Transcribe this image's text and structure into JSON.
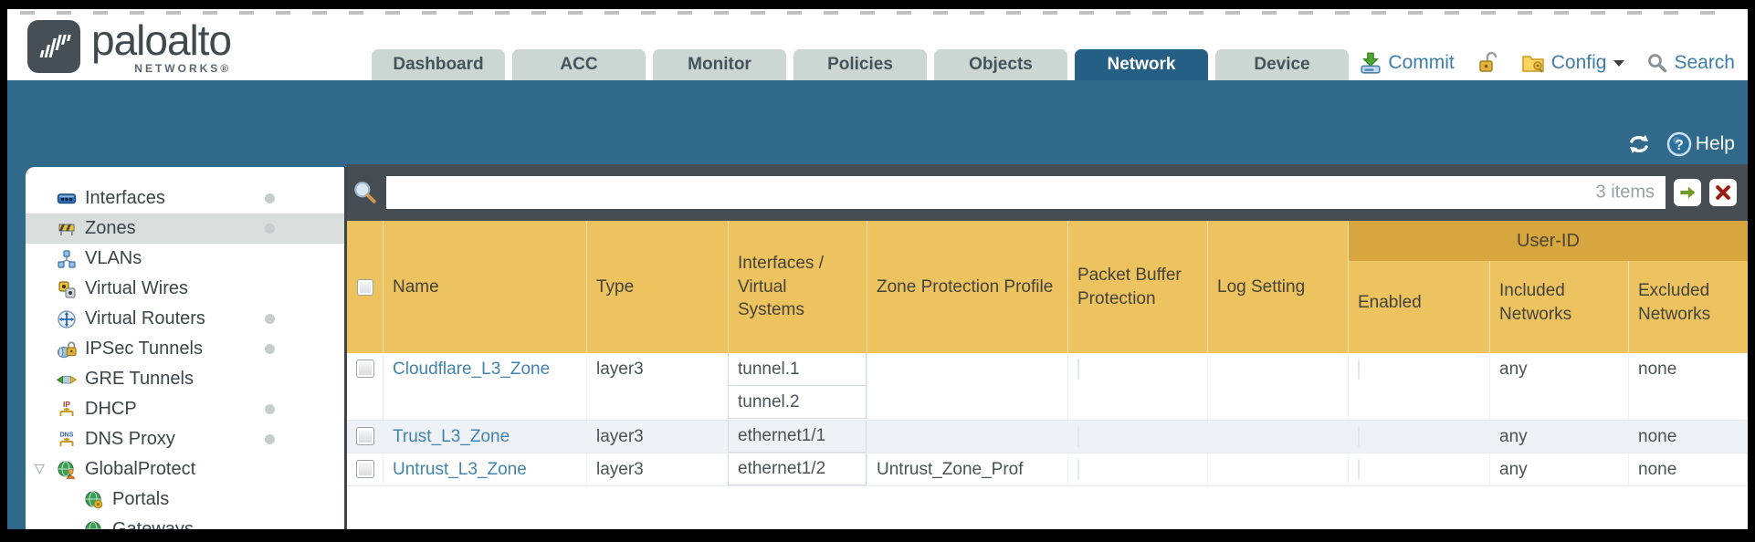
{
  "header": {
    "brand": {
      "name": "paloalto",
      "subtitle": "NETWORKS®"
    },
    "tabs": [
      {
        "label": "Dashboard"
      },
      {
        "label": "ACC"
      },
      {
        "label": "Monitor"
      },
      {
        "label": "Policies"
      },
      {
        "label": "Objects"
      },
      {
        "label": "Network",
        "active": true
      },
      {
        "label": "Device"
      }
    ],
    "utilities": {
      "commit_label": "Commit",
      "config_label": "Config",
      "search_label": "Search"
    }
  },
  "subheader": {
    "help_label": "Help"
  },
  "sidebar": {
    "items": [
      {
        "label": "Interfaces",
        "icon": "interfaces-icon",
        "dot": true
      },
      {
        "label": "Zones",
        "icon": "zones-icon",
        "dot": true,
        "selected": true
      },
      {
        "label": "VLANs",
        "icon": "vlans-icon"
      },
      {
        "label": "Virtual Wires",
        "icon": "virtual-wires-icon"
      },
      {
        "label": "Virtual Routers",
        "icon": "virtual-routers-icon",
        "dot": true
      },
      {
        "label": "IPSec Tunnels",
        "icon": "ipsec-tunnels-icon",
        "dot": true
      },
      {
        "label": "GRE Tunnels",
        "icon": "gre-tunnels-icon"
      },
      {
        "label": "DHCP",
        "icon": "dhcp-icon",
        "dot": true
      },
      {
        "label": "DNS Proxy",
        "icon": "dns-proxy-icon",
        "dot": true
      },
      {
        "label": "GlobalProtect",
        "icon": "globalprotect-icon",
        "expanded": true
      },
      {
        "label": "Portals",
        "icon": "portals-icon",
        "indent": true
      },
      {
        "label": "Gateways",
        "icon": "gateways-icon",
        "indent": true
      }
    ]
  },
  "toolbar": {
    "filter_value": "",
    "items_count": "3 items"
  },
  "table": {
    "group_header": "User-ID",
    "columns": [
      "Name",
      "Type",
      "Interfaces / Virtual Systems",
      "Zone Protection Profile",
      "Packet Buffer Protection",
      "Log Setting",
      "Enabled",
      "Included Networks",
      "Excluded Networks"
    ],
    "rows": [
      {
        "name": "Cloudflare_L3_Zone",
        "type": "layer3",
        "interfaces": [
          "tunnel.1",
          "tunnel.2"
        ],
        "zone_protection_profile": "",
        "log_setting": "",
        "included_networks": "any",
        "excluded_networks": "none"
      },
      {
        "name": "Trust_L3_Zone",
        "type": "layer3",
        "interfaces": [
          "ethernet1/1"
        ],
        "zone_protection_profile": "",
        "log_setting": "",
        "included_networks": "any",
        "excluded_networks": "none"
      },
      {
        "name": "Untrust_L3_Zone",
        "type": "layer3",
        "interfaces": [
          "ethernet1/2"
        ],
        "zone_protection_profile": "Untrust_Zone_Prof",
        "log_setting": "",
        "included_networks": "any",
        "excluded_networks": "none"
      }
    ]
  },
  "colors": {
    "accent_teal": "#31698b",
    "active_tab": "#265f86",
    "table_header": "#ecc35f",
    "user_id_band": "#d8a63e",
    "link_blue": "#4084ad",
    "toolbar_charcoal": "#454d53"
  }
}
